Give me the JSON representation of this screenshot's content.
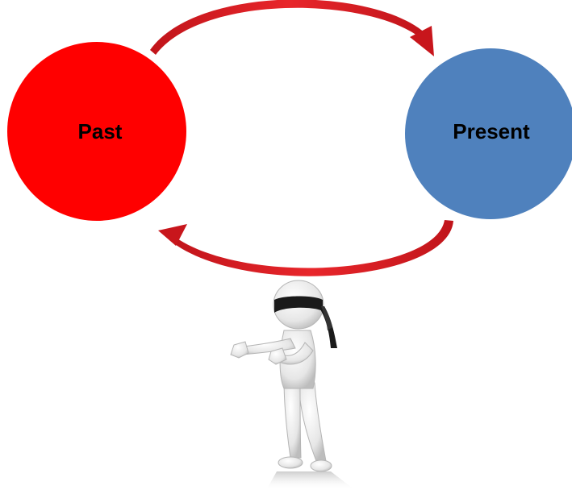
{
  "past": {
    "label": "Past",
    "color": "#FF0000"
  },
  "present": {
    "label": "Present",
    "color": "#4F81BD"
  },
  "arrows": {
    "color": "#E0151A",
    "top_direction": "past-to-present",
    "bottom_direction": "present-to-past"
  },
  "figure": {
    "icon": "blindfolded-stick-figure-icon",
    "body_color": "#EDEDED",
    "blindfold_color": "#1A1A1A"
  }
}
